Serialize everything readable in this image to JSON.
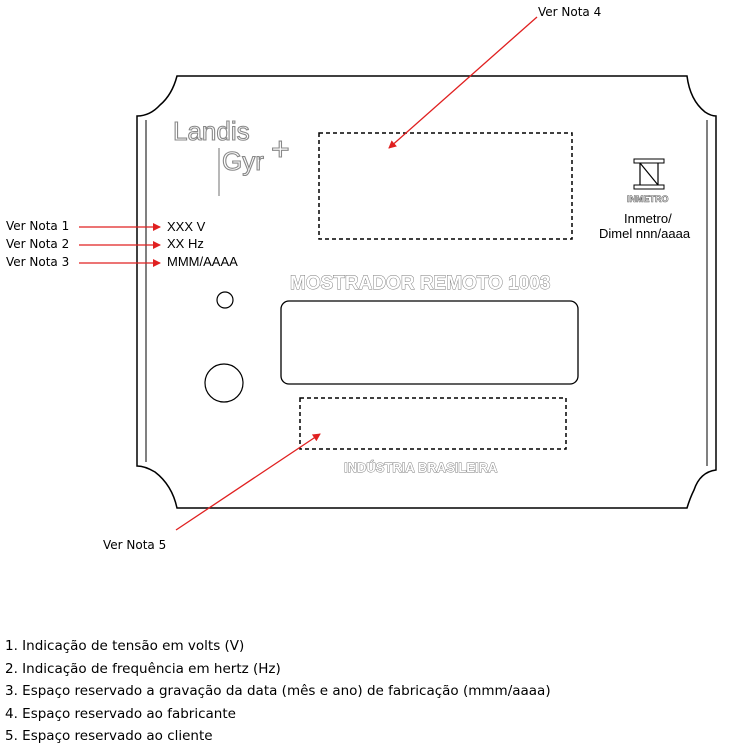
{
  "notes": {
    "note1": "Ver Nota 1",
    "note2": "Ver Nota 2",
    "note3": "Ver Nota 3",
    "note4": "Ver Nota 4",
    "note5": "Ver Nota 5"
  },
  "plate": {
    "brand_line1": "Landis",
    "brand_line2": "Gyr",
    "brand_plus": "+",
    "voltage": "XXX V",
    "frequency": "XX Hz",
    "date_format": "MMM/AAAA",
    "model": "MOSTRADOR REMOTO 1003",
    "origin": "INDÚSTRIA BRASILEIRA",
    "inmetro_logo_text": "INMETRO",
    "inmetro_line1": "Inmetro/",
    "inmetro_line2": "Dimel nnn/aaaa"
  },
  "legend": [
    "1. Indicação de tensão em volts (V)",
    "2. Indicação de frequência em hertz (Hz)",
    "3. Espaço reservado a gravação da data (mês e ano) de fabricação (mmm/aaaa)",
    "4. Espaço reservado ao fabricante",
    "5. Espaço reservado ao cliente"
  ],
  "colors": {
    "arrow": "#e02020",
    "outline": "#000000"
  }
}
